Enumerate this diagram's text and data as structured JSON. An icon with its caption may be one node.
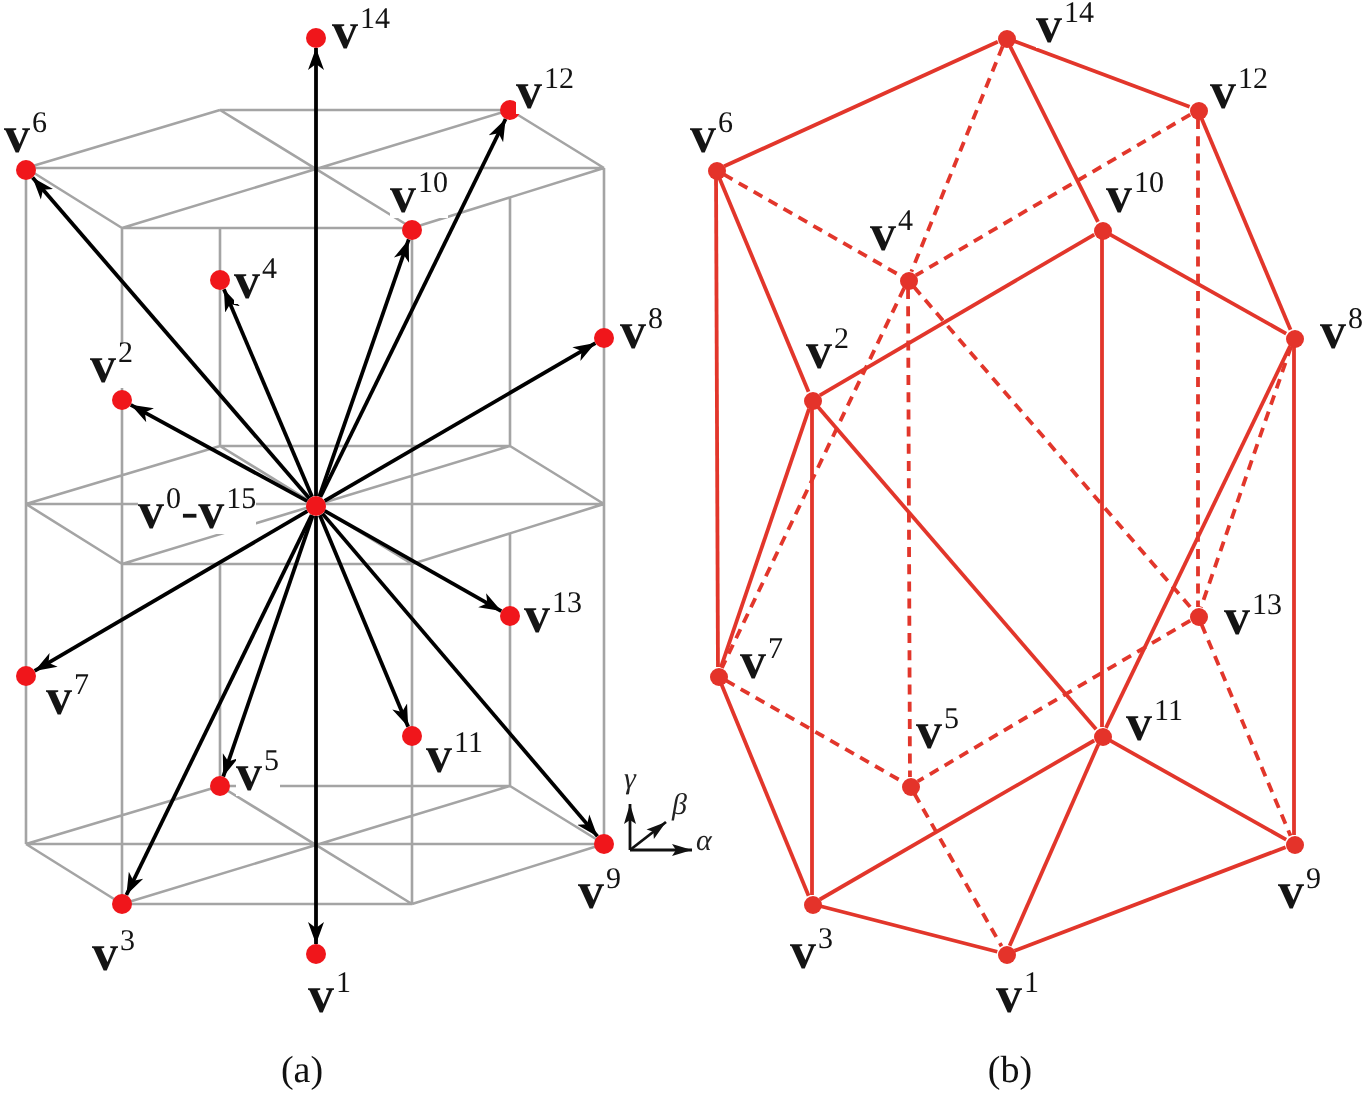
{
  "diagram": {
    "nodes": [
      {
        "text": [],
        "shape": "circle",
        "beside": [
          "**v**$^{14}$"
        ]
      },
      {
        "text": [],
        "shape": "circle",
        "beside": [
          "**v**$^{12}$"
        ]
      },
      {
        "text": [],
        "shape": "circle",
        "beside": [
          "**v**$^{6}$"
        ]
      },
      {
        "text": [],
        "shape": "circle",
        "beside": [
          "**v**$^{10}$"
        ]
      },
      {
        "text": [],
        "shape": "circle",
        "beside": [
          "**v**$^{4}$"
        ]
      },
      {
        "text": [],
        "shape": "circle",
        "beside": [
          "**v**$^{8}$"
        ]
      },
      {
        "text": [],
        "shape": "circle",
        "beside": [
          "**v**$^{2}$"
        ]
      },
      {
        "text": [],
        "shape": "circle",
        "beside": [
          "**v**$^{0}$-**v**$^{15}$"
        ]
      },
      {
        "text": [],
        "shape": "circle",
        "beside": [
          "**v**$^{13}$"
        ]
      },
      {
        "text": [],
        "shape": "circle",
        "beside": [
          "**v**$^{7}$"
        ]
      },
      {
        "text": [],
        "shape": "circle",
        "beside": [
          "**v**$^{11}$"
        ]
      },
      {
        "text": [],
        "shape": "circle",
        "beside": [
          "**v**$^{5}$"
        ]
      },
      {
        "text": [],
        "shape": "circle",
        "beside": [
          "**v**$^{9}$"
        ]
      },
      {
        "text": [],
        "shape": "circle",
        "beside": [
          "**v**$^{3}$"
        ]
      },
      {
        "text": [],
        "shape": "circle",
        "beside": [
          "**v**$^{1}$"
        ]
      },
      {
        "text": [],
        "shape": "circle",
        "beside": [
          "**v**$^{14}$"
        ]
      },
      {
        "text": [],
        "shape": "circle",
        "beside": [
          "**v**$^{12}$"
        ]
      },
      {
        "text": [],
        "shape": "circle",
        "beside": [
          "**v**$^{6}$"
        ]
      },
      {
        "text": [],
        "shape": "circle",
        "beside": [
          "**v**$^{10}$"
        ]
      },
      {
        "text": [],
        "shape": "circle",
        "beside": [
          "**v**$^{4}$"
        ]
      },
      {
        "text": [],
        "shape": "circle",
        "beside": [
          "**v**$^{8}$"
        ]
      },
      {
        "text": [],
        "shape": "circle",
        "beside": [
          "**v**$^{2}$"
        ]
      },
      {
        "text": [],
        "shape": "circle",
        "beside": [
          "**v**$^{13}$"
        ]
      },
      {
        "text": [],
        "shape": "circle",
        "beside": [
          "**v**$^{7}$"
        ]
      },
      {
        "text": [],
        "shape": "circle",
        "beside": [
          "**v**$^{11}$"
        ]
      },
      {
        "text": [],
        "shape": "circle",
        "beside": [
          "**v**$^{5}$"
        ]
      },
      {
        "text": [],
        "shape": "circle",
        "beside": [
          "**v**$^{9}$"
        ]
      },
      {
        "text": [],
        "shape": "circle",
        "beside": [
          "**v**$^{3}$"
        ]
      },
      {
        "text": [],
        "shape": "circle",
        "beside": [
          "**v**$^{1}$"
        ]
      }
    ],
    "edges": [
      {
        "from": 7,
        "to": 0,
        "arrow": "to",
        "color": "#000000"
      },
      {
        "from": 7,
        "to": 1,
        "arrow": "to",
        "color": "#000000"
      },
      {
        "from": 7,
        "to": 2,
        "arrow": "to",
        "color": "#000000"
      },
      {
        "from": 7,
        "to": 3,
        "arrow": "to",
        "color": "#000000"
      },
      {
        "from": 7,
        "to": 4,
        "arrow": "to",
        "color": "#000000"
      },
      {
        "from": 7,
        "to": 5,
        "arrow": "to",
        "color": "#000000"
      },
      {
        "from": 7,
        "to": 6,
        "arrow": "to",
        "color": "#000000"
      },
      {
        "from": 7,
        "to": 8,
        "arrow": "to",
        "color": "#000000"
      },
      {
        "from": 7,
        "to": 9,
        "arrow": "to",
        "color": "#000000"
      },
      {
        "from": 7,
        "to": 10,
        "arrow": "to",
        "color": "#000000"
      },
      {
        "from": 7,
        "to": 11,
        "arrow": "to",
        "color": "#000000"
      },
      {
        "from": 7,
        "to": 12,
        "arrow": "to",
        "color": "#000000"
      },
      {
        "from": 7,
        "to": 13,
        "arrow": "to",
        "color": "#000000"
      },
      {
        "from": 7,
        "to": 14,
        "arrow": "to",
        "color": "#000000"
      },
      {
        "from": 17,
        "to": 15,
        "arrow": "none"
      },
      {
        "from": 15,
        "to": 16,
        "arrow": "none"
      },
      {
        "from": 15,
        "to": 18,
        "arrow": "none"
      },
      {
        "from": 16,
        "to": 20,
        "arrow": "none"
      },
      {
        "from": 18,
        "to": 20,
        "arrow": "none"
      },
      {
        "from": 18,
        "to": 21,
        "arrow": "none"
      },
      {
        "from": 17,
        "to": 21,
        "arrow": "none"
      },
      {
        "from": 17,
        "to": 23,
        "arrow": "none"
      },
      {
        "from": 21,
        "to": 27,
        "arrow": "none"
      },
      {
        "from": 21,
        "to": 23,
        "arrow": "none"
      },
      {
        "from": 21,
        "to": 24,
        "arrow": "none"
      },
      {
        "from": 18,
        "to": 24,
        "arrow": "none"
      },
      {
        "from": 20,
        "to": 26,
        "arrow": "none"
      },
      {
        "from": 20,
        "to": 24,
        "arrow": "none"
      },
      {
        "from": 23,
        "to": 27,
        "arrow": "none"
      },
      {
        "from": 27,
        "to": 24,
        "arrow": "none"
      },
      {
        "from": 27,
        "to": 28,
        "arrow": "none"
      },
      {
        "from": 28,
        "to": 24,
        "arrow": "none"
      },
      {
        "from": 24,
        "to": 26,
        "arrow": "none"
      },
      {
        "from": 28,
        "to": 26,
        "arrow": "none"
      },
      {
        "from": 17,
        "to": 19,
        "arrow": "none",
        "style": "dashed"
      },
      {
        "from": 15,
        "to": 19,
        "arrow": "none",
        "style": "dashed"
      },
      {
        "from": 16,
        "to": 19,
        "arrow": "none",
        "style": "dashed"
      },
      {
        "from": 19,
        "to": 25,
        "arrow": "none",
        "style": "dashed"
      },
      {
        "from": 19,
        "to": 23,
        "arrow": "none",
        "style": "dashed"
      },
      {
        "from": 19,
        "to": 22,
        "arrow": "none",
        "style": "dashed"
      },
      {
        "from": 16,
        "to": 22,
        "arrow": "none",
        "style": "dashed"
      },
      {
        "from": 20,
        "to": 22,
        "arrow": "none",
        "style": "dashed"
      },
      {
        "from": 22,
        "to": 25,
        "arrow": "none",
        "style": "dashed"
      },
      {
        "from": 22,
        "to": 26,
        "arrow": "none",
        "style": "dashed"
      },
      {
        "from": 23,
        "to": 25,
        "arrow": "none",
        "style": "dashed"
      },
      {
        "from": 25,
        "to": 28,
        "arrow": "none",
        "style": "dashed"
      }
    ],
    "labels": [
      "γ",
      "β",
      "α",
      "(a)",
      "(b)"
    ]
  }
}
